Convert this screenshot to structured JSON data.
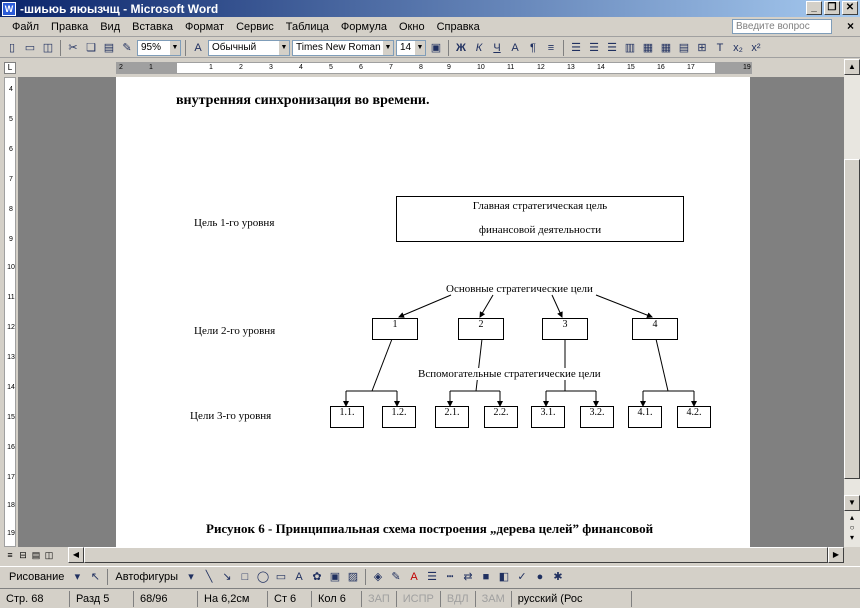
{
  "window": {
    "title": "-шиьюь яюызчщ - Microsoft Word",
    "app_icon": "W",
    "minimize": "_",
    "restore": "❐",
    "close": "✕"
  },
  "menu": {
    "items": [
      "Файл",
      "Правка",
      "Вид",
      "Вставка",
      "Формат",
      "Сервис",
      "Таблица",
      "Формула",
      "Окно",
      "Справка"
    ],
    "help_placeholder": "Введите вопрос",
    "doc_close": "×"
  },
  "toolbar": {
    "zoom": "95%",
    "style": "Обычный",
    "font": "Times New Roman",
    "size": "14",
    "bold": "Ж",
    "italic": "К",
    "underline": "Ч",
    "font_color": "A"
  },
  "ruler": {
    "numbers": [
      "2",
      "1",
      "1",
      "2",
      "3",
      "4",
      "5",
      "6",
      "7",
      "8",
      "9",
      "10",
      "11",
      "12",
      "13",
      "14",
      "15",
      "16",
      "17",
      "19"
    ]
  },
  "vruler": {
    "numbers": [
      "4",
      "5",
      "6",
      "7",
      "8",
      "9",
      "10",
      "11",
      "12",
      "13",
      "14",
      "15",
      "16",
      "17",
      "18",
      "19"
    ]
  },
  "document": {
    "line_text": "внутренняя синхронизация во времени.",
    "level1_label": "Цель 1-го уровня",
    "level2_label": "Цели 2-го уровня",
    "level3_label": "Цели 3-го уровня",
    "main_goal_line1": "Главная стратегическая цель",
    "main_goal_line2": "финансовой деятельности",
    "basic_goals_label": "Основные стратегические цели",
    "aux_goals_label": "Вспомогательные стратегические цели",
    "level2_boxes": [
      "1",
      "2",
      "3",
      "4"
    ],
    "level3_boxes": [
      "1.1.",
      "1.2.",
      "2.1.",
      "2.2.",
      "3.1.",
      "3.2.",
      "4.1.",
      "4.2."
    ],
    "caption": "Рисунок 6 - Принципиальная схема построения „дерева целей” финансовой"
  },
  "drawing_toolbar": {
    "drawing": "Рисование",
    "autoshapes": "Автофигуры"
  },
  "status": {
    "page": "Стр. 68",
    "section": "Разд 5",
    "pages": "68/96",
    "at": "На 6,2см",
    "line": "Ст 6",
    "col": "Кол 6",
    "rec": "ЗАП",
    "trk": "ИСПР",
    "ext": "ВДЛ",
    "ovr": "ЗАМ",
    "language": "русский (Рос"
  }
}
